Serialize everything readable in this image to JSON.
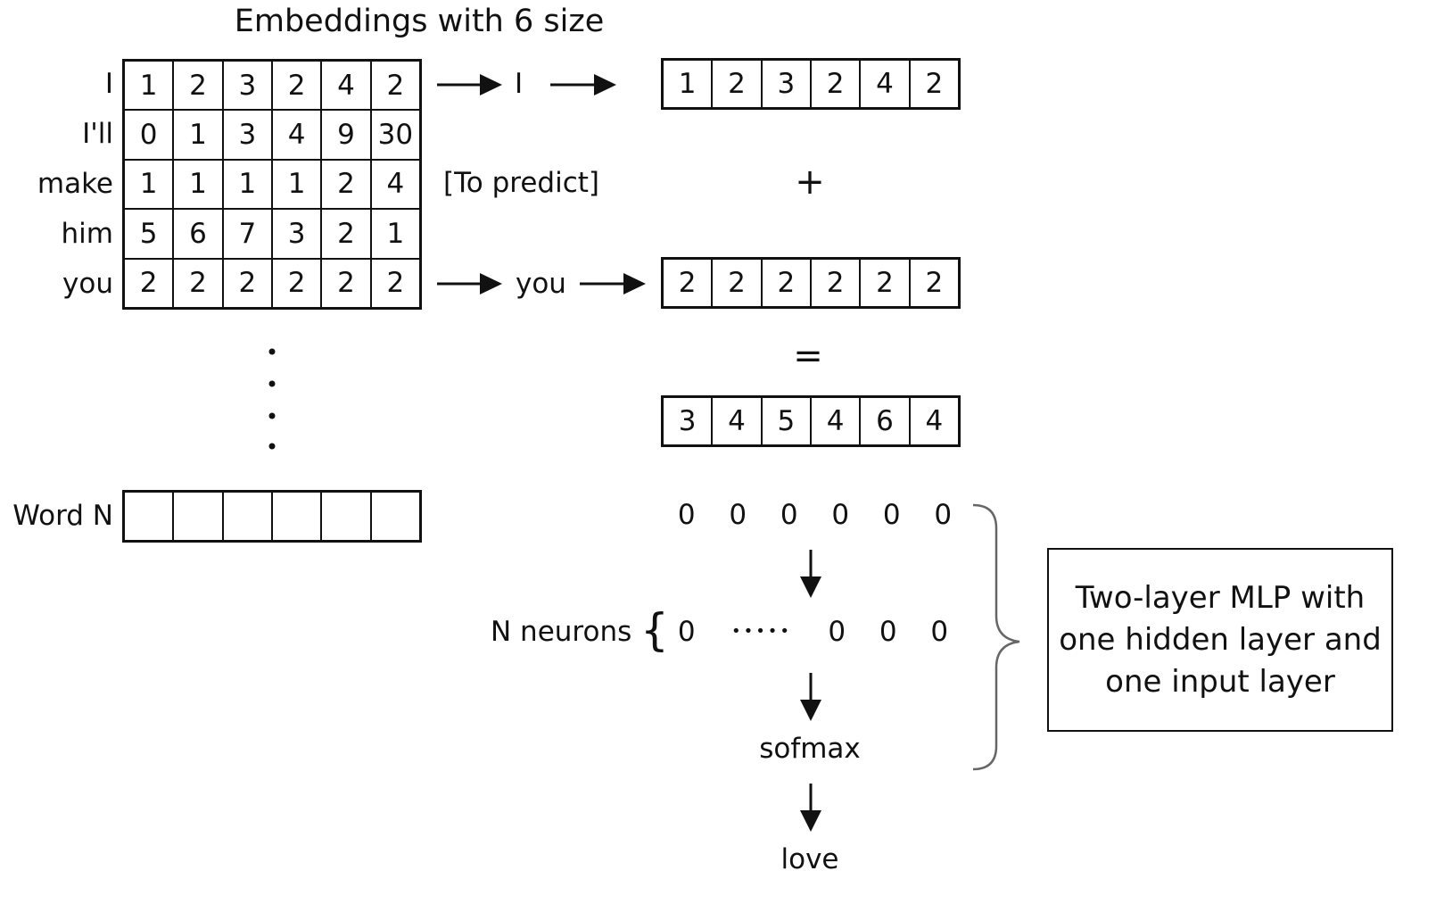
{
  "title": "Embeddings with 6 size",
  "embedding_table": {
    "rows": [
      {
        "word": "I",
        "values": [
          "1",
          "2",
          "3",
          "2",
          "4",
          "2"
        ]
      },
      {
        "word": "I'll",
        "values": [
          "0",
          "1",
          "3",
          "4",
          "9",
          "30"
        ]
      },
      {
        "word": "make",
        "values": [
          "1",
          "1",
          "1",
          "1",
          "2",
          "4"
        ]
      },
      {
        "word": "him",
        "values": [
          "5",
          "6",
          "7",
          "3",
          "2",
          "1"
        ]
      },
      {
        "word": "you",
        "values": [
          "2",
          "2",
          "2",
          "2",
          "2",
          "2"
        ]
      }
    ],
    "last_row_label": "Word N"
  },
  "flow": {
    "word_a": "I",
    "word_b": "you",
    "to_predict": "[To predict]",
    "vec_a": [
      "1",
      "2",
      "3",
      "2",
      "4",
      "2"
    ],
    "plus": "+",
    "vec_b": [
      "2",
      "2",
      "2",
      "2",
      "2",
      "2"
    ],
    "equals": "=",
    "vec_sum": [
      "3",
      "4",
      "5",
      "4",
      "6",
      "4"
    ]
  },
  "mlp": {
    "input_values": [
      "0",
      "0",
      "0",
      "0",
      "0",
      "0"
    ],
    "hidden_label": "N neurons",
    "hidden_first": "0",
    "hidden_dots": "•••••",
    "hidden_rest": [
      "0",
      "0",
      "0"
    ],
    "softmax_label": "sofmax",
    "output_word": "love",
    "description_lines": [
      "Two-layer MLP with",
      "one hidden layer and",
      "one input layer"
    ]
  }
}
